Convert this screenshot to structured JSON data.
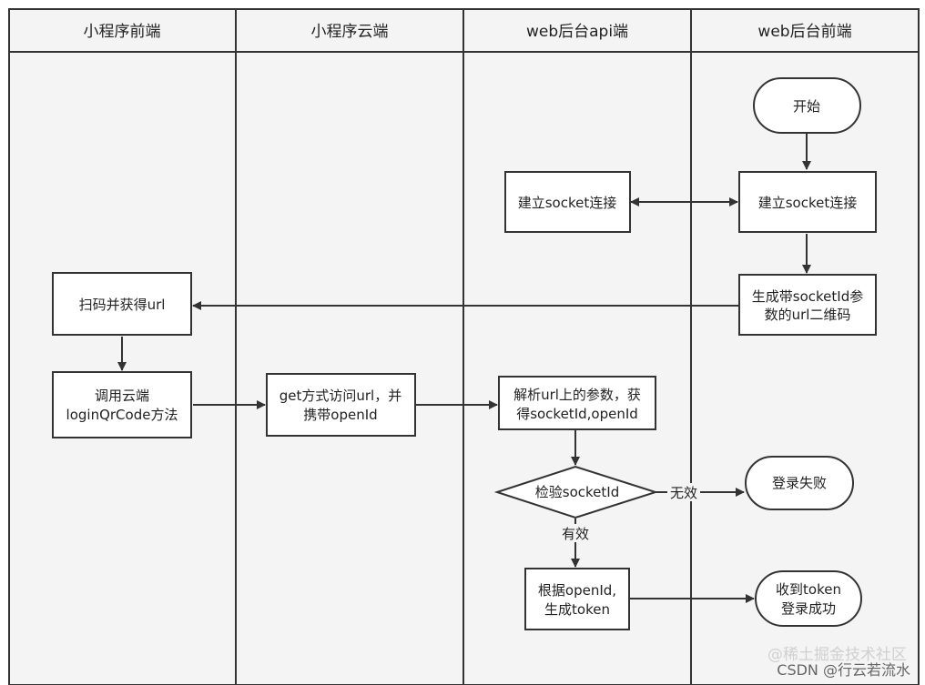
{
  "lanes": [
    "小程序前端",
    "小程序云端",
    "web后台api端",
    "web后台前端"
  ],
  "nodes": {
    "start": "开始",
    "socket_api": "建立socket连接",
    "socket_web": "建立socket连接",
    "gen_qr_line1": "生成带socketId参",
    "gen_qr_line2": "数的url二维码",
    "scan": "扫码并获得url",
    "call_cloud_line1": "调用云端",
    "call_cloud_line2": "loginQrCode方法",
    "get_url_line1": "get方式访问url，并",
    "get_url_line2": "携带openId",
    "parse_line1": "解析url上的参数，获",
    "parse_line2": "得socketId,openId",
    "check": "检验socketId",
    "fail": "登录失败",
    "gen_token_line1": "根据openId,",
    "gen_token_line2": "生成token",
    "success_line1": "收到token",
    "success_line2": "登录成功"
  },
  "edge_labels": {
    "invalid": "无效",
    "valid": "有效"
  },
  "watermark": {
    "line1": "@稀土掘金技术社区",
    "line2": "CSDN @行云若流水"
  },
  "colors": {
    "stroke": "#333333",
    "header_bg": "#f2f2f2",
    "lane_bg": "#f2f2f2"
  }
}
